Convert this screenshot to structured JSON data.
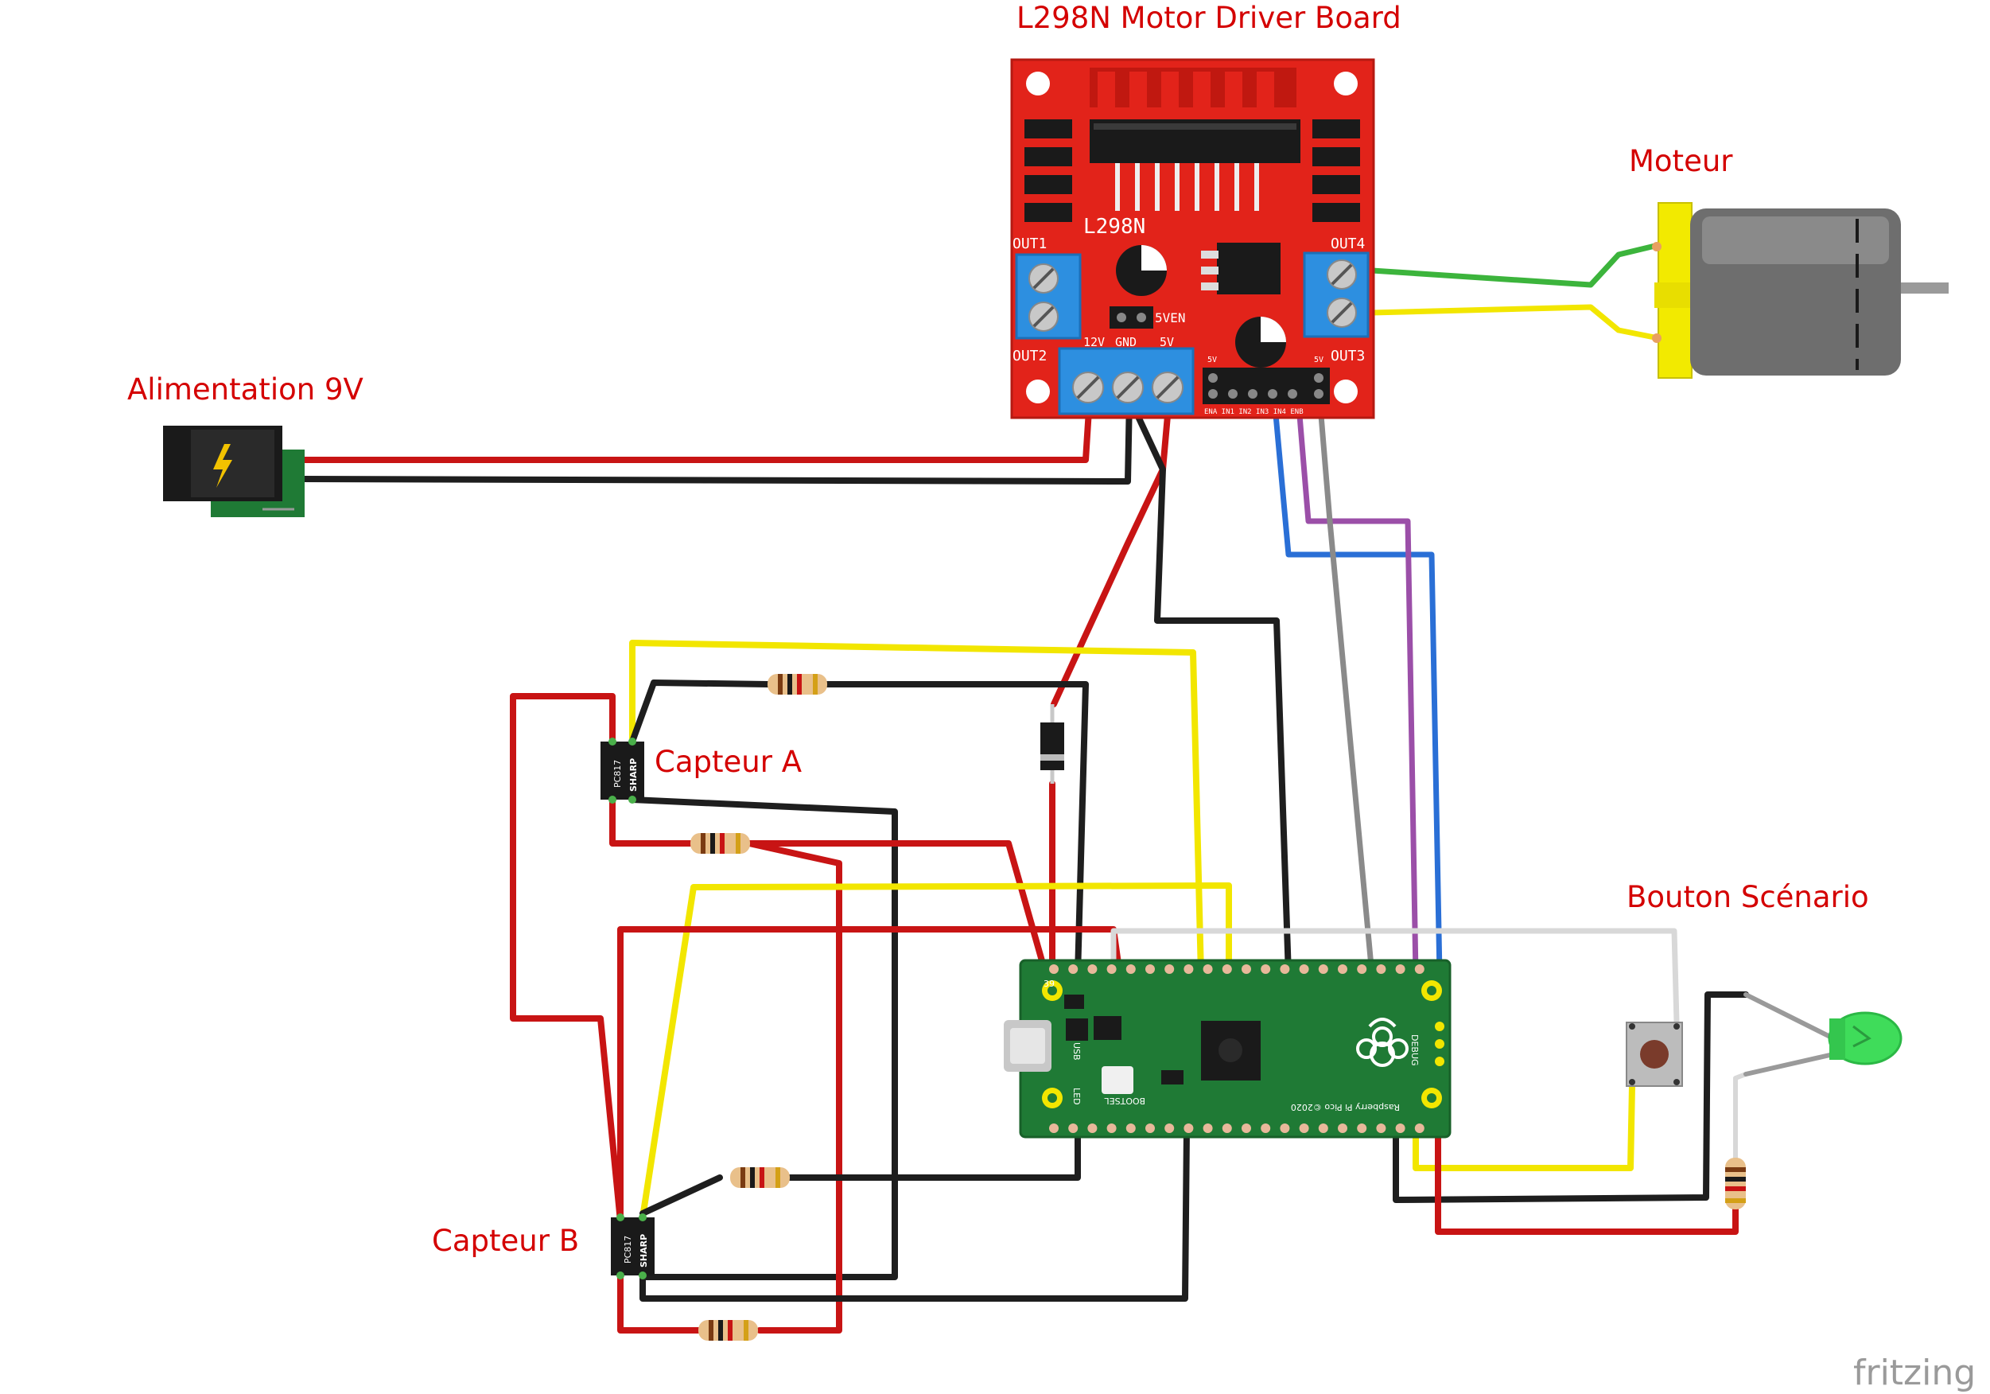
{
  "labels": {
    "driver": "L298N Motor Driver Board",
    "motor": "Moteur",
    "power": "Alimentation 9V",
    "sensor_a": "Capteur A",
    "sensor_b": "Capteur B",
    "button": "Bouton Scénario"
  },
  "driver_board": {
    "chip": "L298N",
    "out1": "OUT1",
    "out2": "OUT2",
    "out3": "OUT3",
    "out4": "OUT4",
    "v12": "12V",
    "gnd": "GND",
    "v5": "5V",
    "jumper": "5VEN",
    "header_pins": "ENA IN1 IN2 IN3 IN4 ENB",
    "v5_left": "5V",
    "v5_right": "5V"
  },
  "pico": {
    "name": "Raspberry Pi Pico ©2020",
    "usb": "USB",
    "led": "LED",
    "bootsel": "BOOTSEL",
    "debug": "DEBUG",
    "pin39": "39"
  },
  "optocoupler": {
    "model": "PC817",
    "brand": "SHARP"
  },
  "watermark": "fritzing",
  "colors": {
    "label": "#d40000",
    "wire_red": "#c81414",
    "wire_black": "#1e1e1e",
    "wire_yellow": "#f2e600",
    "wire_green": "#3cb43c",
    "wire_blue": "#2a6fd6",
    "wire_purple": "#9b4fa8",
    "wire_gray": "#8a8a8a",
    "wire_white": "#d8d8d8",
    "board_red": "#e2231a",
    "pcb_green": "#1f7a35",
    "terminal_blue": "#2d8fe0"
  }
}
